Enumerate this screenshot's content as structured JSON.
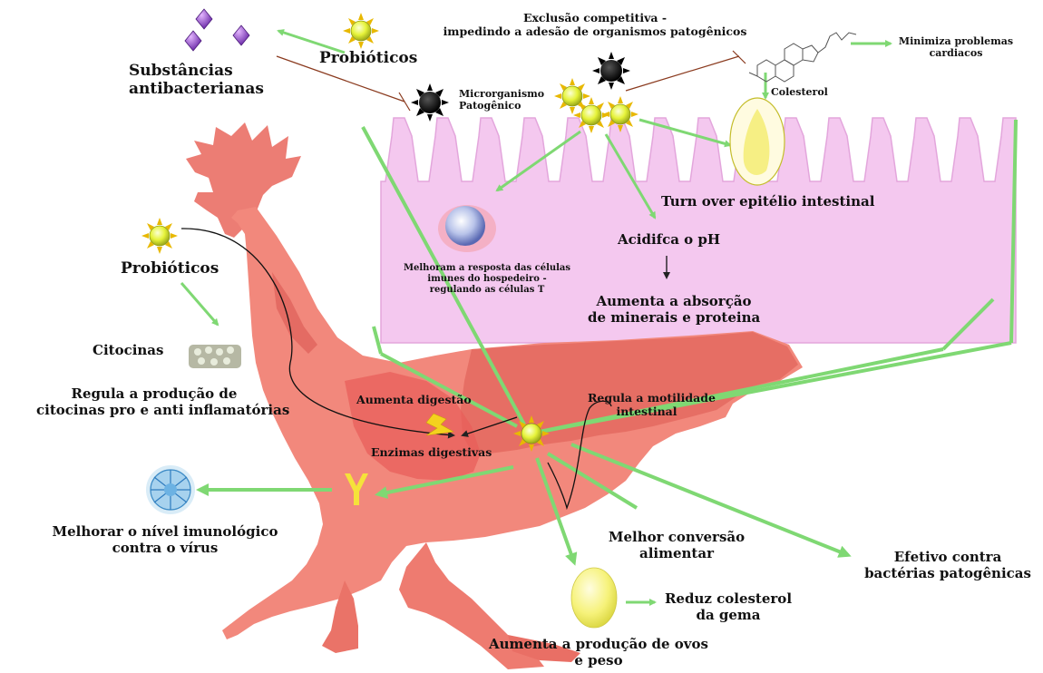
{
  "colors": {
    "arrow_green": "#7fd873",
    "intestine_fill": "#f4c8ef",
    "chicken_fill": "#f2887c",
    "chicken_dark": "#e86f66",
    "inhibit_line": "#8a3a1e",
    "probiotic_yellow": "#e9f542",
    "pathogen_black": "#111111",
    "egg_yellow": "#f5f48a"
  },
  "icons": [
    "probiotic-sun-icon",
    "pathogen-black-sun-icon",
    "purple-diamond-icon",
    "cholesterol-molecule-icon",
    "immune-cell-icon",
    "cytokine-icon",
    "antibody-y-icon",
    "virus-icon",
    "egg-icon",
    "lightning-icon",
    "chicken-silhouette",
    "intestinal-villi"
  ],
  "labels": {
    "probioticos_top": "Probióticos",
    "substancias_line1": "Substâncias",
    "substancias_line2": "antibacterianas",
    "microrganismo_line1": "Microrganismo",
    "microrganismo_line2": "Patogênico",
    "exclusao_line1": "Exclusão competitiva -",
    "exclusao_line2": "impedindo a adesão de organismos patogênicos",
    "minimiza_line1": "Minimiza problemas",
    "minimiza_line2": "cardiacos",
    "colesterol": "Colesterol",
    "turnover": "Turn over epitélio intestinal",
    "acidifca": "Acidifca o pH",
    "aumenta_absorcao_line1": "Aumenta a absorção",
    "aumenta_absorcao_line2": "de minerais e proteina",
    "melhoram_line1": "Melhoram a resposta das células",
    "melhoram_line2": "imunes do hospedeiro -",
    "melhoram_line3": "regulando as células T",
    "probioticos_left": "Probióticos",
    "citocinas": "Citocinas",
    "regula_producao_line1": "Regula a produção de",
    "regula_producao_line2": "citocinas pro e anti inflamatórias",
    "aumenta_digestao": "Aumenta digestão",
    "enzimas": "Enzimas digestivas",
    "regula_motilidade_line1": "Regula a motilidade",
    "regula_motilidade_line2": "intestinal",
    "melhorar_nivel_line1": "Melhorar o nível imunológico",
    "melhorar_nivel_line2": "contra o vírus",
    "melhor_conversao_line1": "Melhor conversão",
    "melhor_conversao_line2": "alimentar",
    "efetivo_line1": "Efetivo contra",
    "efetivo_line2": "bactérias patogênicas",
    "reduz_line1": "Reduz colesterol",
    "reduz_line2": "da gema",
    "aumenta_producao_line1": "Aumenta a produção de ovos",
    "aumenta_producao_line2": "e peso"
  }
}
